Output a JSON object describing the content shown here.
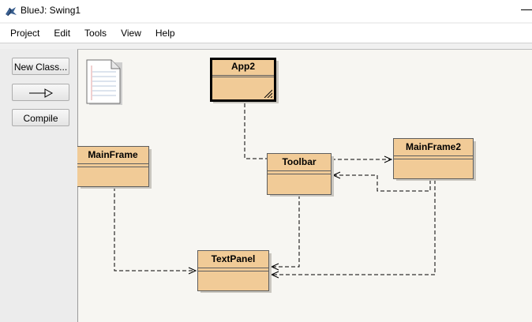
{
  "window": {
    "title": "BlueJ:  Swing1",
    "app_icon": "bluej-bird-icon",
    "minimize_icon": "minimize-icon"
  },
  "menu": [
    "Project",
    "Edit",
    "Tools",
    "View",
    "Help"
  ],
  "tools": {
    "new_class": "New Class...",
    "arrow_icon": "uses-arrow-icon",
    "compile": "Compile"
  },
  "diagram": {
    "readme_icon": "readme-document-icon",
    "classes": {
      "app2": "App2",
      "mainframe": "MainFrame",
      "toolbar": "Toolbar",
      "mainframe2": "MainFrame2",
      "textpanel": "TextPanel"
    },
    "selected_class": "App2",
    "colors": {
      "class_fill": "#f1cb97",
      "canvas": "#f7f6f2"
    }
  }
}
